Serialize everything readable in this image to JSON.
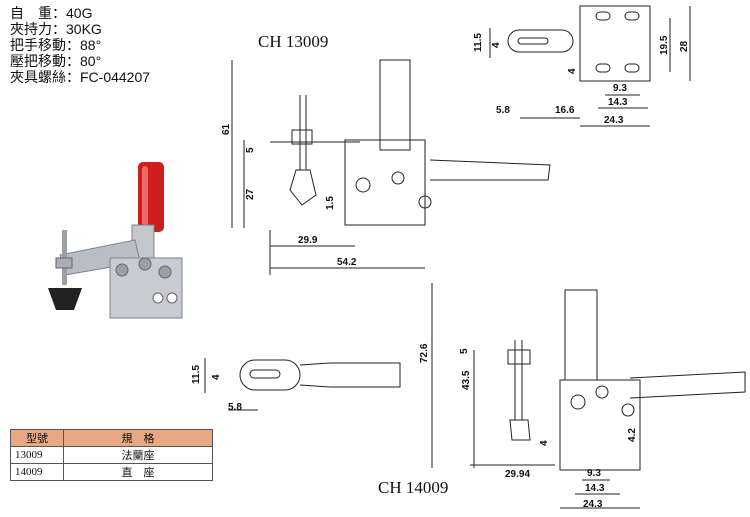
{
  "specs": [
    {
      "label": "自　重：",
      "value": "40G"
    },
    {
      "label": "夾持力：",
      "value": "30KG"
    },
    {
      "label": "把手移動：",
      "value": "88°"
    },
    {
      "label": "壓把移動：",
      "value": "80°"
    },
    {
      "label": "夾具螺絲：",
      "value": "FC-044207"
    }
  ],
  "drawings": {
    "ch13009": {
      "title": "CH 13009",
      "side_dims": {
        "h61": "61",
        "h5": "5",
        "h27": "27",
        "h15": "1.5",
        "w299": "29.9",
        "w542": "54.2"
      },
      "top_dims": {
        "h115": "11.5",
        "h4a": "4",
        "h4b": "4",
        "h195": "19.5",
        "h28": "28",
        "w58": "5.8",
        "w166": "16.6",
        "w93": "9.3",
        "w143": "14.3",
        "w243": "24.3"
      }
    },
    "ch14009": {
      "title": "CH 14009",
      "top_dims": {
        "h115": "11.5",
        "h4": "4",
        "w58": "5.8"
      },
      "side_dims": {
        "h726": "72.6",
        "h5": "5",
        "h435": "43.5",
        "h4": "4",
        "h42": "4.2",
        "w2994": "29.94",
        "w93": "9.3",
        "w143": "14.3",
        "w243": "24.3"
      }
    }
  },
  "table": {
    "headers": [
      "型號",
      "規　格"
    ],
    "rows": [
      [
        "13009",
        "法蘭座"
      ],
      [
        "14009",
        "直　座"
      ]
    ]
  },
  "colors": {
    "handle_red": "#cc1e1e",
    "table_header": "#e8a883",
    "metal": "#b9bec4"
  }
}
